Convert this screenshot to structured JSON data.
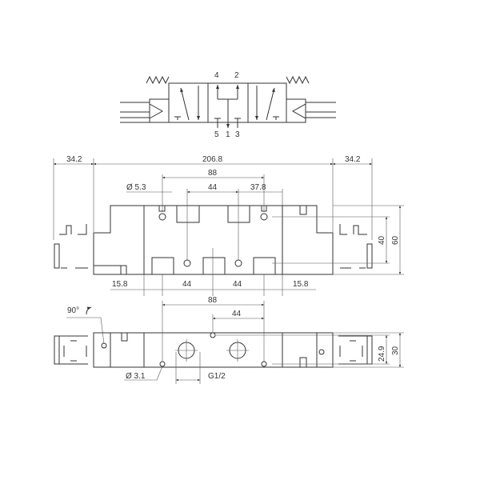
{
  "symbol": {
    "ports_top": [
      "4",
      "2"
    ],
    "ports_bottom": [
      "5",
      "1",
      "3"
    ]
  },
  "front_view": {
    "dim_total": "206.8",
    "dim_left": "34.2",
    "dim_right": "34.2",
    "dim_pitch_top": "88",
    "dim_mid_top": "44",
    "dim_hole": "Ø 5.3",
    "dim_offset": "37.8",
    "dim_bottom": [
      "15.8",
      "44",
      "44",
      "15.8"
    ],
    "dim_height_inner": "40",
    "dim_height": "60"
  },
  "bottom_view": {
    "dim_pitch": "88",
    "dim_half": "44",
    "rotation": "90°",
    "dim_hole": "Ø 3.1",
    "port_thread": "G1/2",
    "dim_height_inner": "24.9",
    "dim_height": "30"
  }
}
